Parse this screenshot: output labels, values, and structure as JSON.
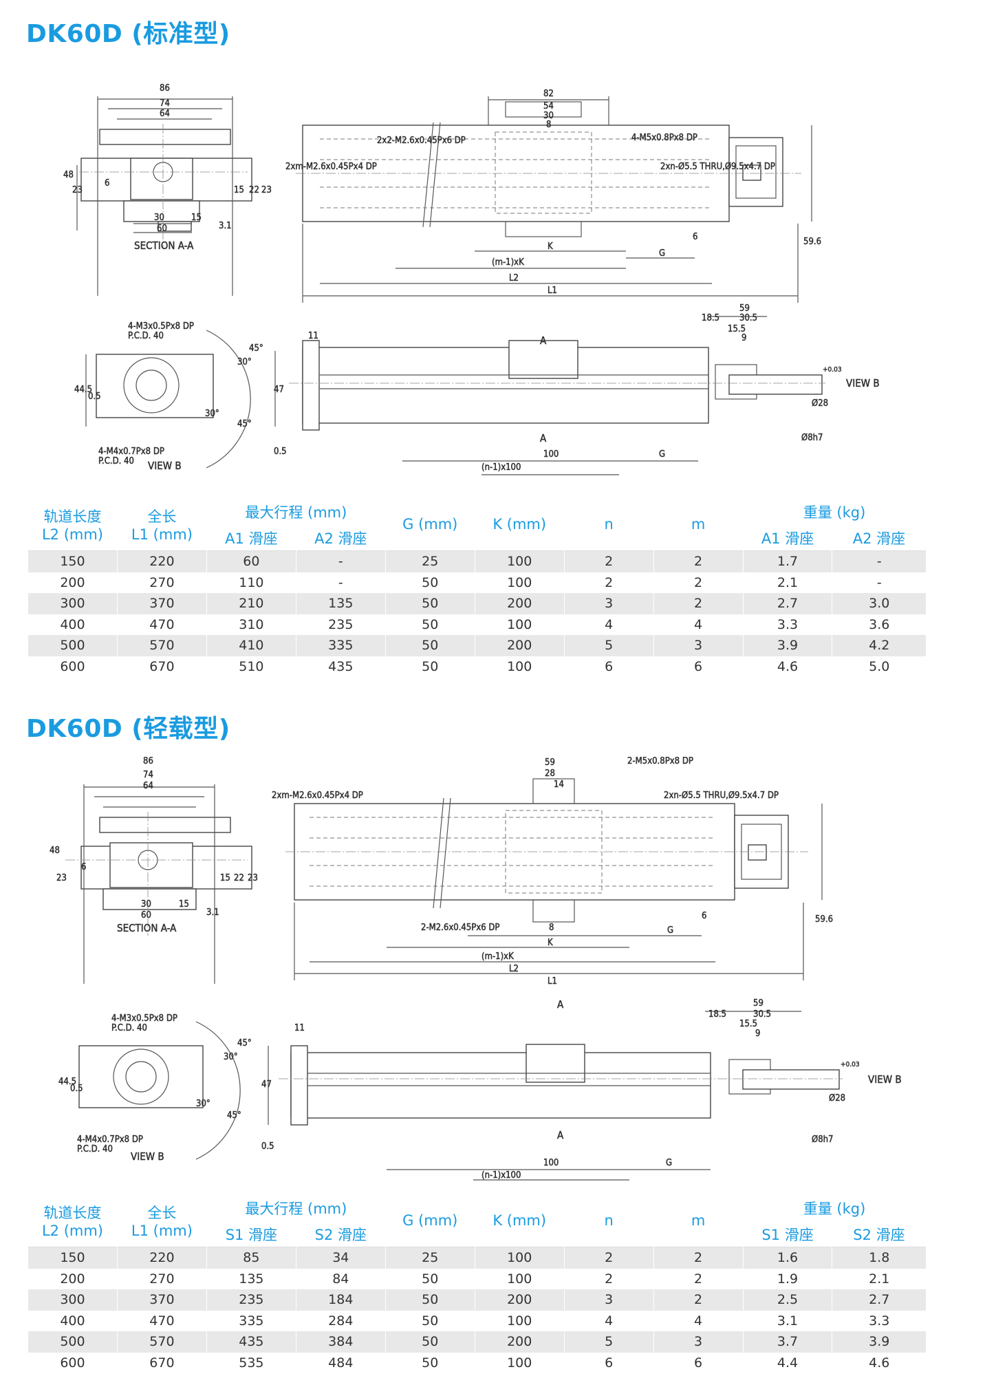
{
  "sections": [
    {
      "title": "DK60D (标准型)",
      "table": {
        "headers": {
          "rail_length": "轨道长度\nL2 (mm)",
          "rail_length_l1": "轨道长度",
          "rail_length_l2": "L2 (mm)",
          "total_length_l1": "全长",
          "total_length_l2": "L1 (mm)",
          "max_stroke": "最大行程 (mm)",
          "stroke_a": "A1 滑座",
          "stroke_b": "A2 滑座",
          "g": "G (mm)",
          "k": "K (mm)",
          "n": "n",
          "m": "m",
          "weight": "重量 (kg)",
          "weight_a": "A1 滑座",
          "weight_b": "A2 滑座"
        },
        "rows": [
          [
            "150",
            "220",
            "60",
            "-",
            "25",
            "100",
            "2",
            "2",
            "1.7",
            "-"
          ],
          [
            "200",
            "270",
            "110",
            "-",
            "50",
            "100",
            "2",
            "2",
            "2.1",
            "-"
          ],
          [
            "300",
            "370",
            "210",
            "135",
            "50",
            "200",
            "3",
            "2",
            "2.7",
            "3.0"
          ],
          [
            "400",
            "470",
            "310",
            "235",
            "50",
            "100",
            "4",
            "4",
            "3.3",
            "3.6"
          ],
          [
            "500",
            "570",
            "410",
            "335",
            "50",
            "200",
            "5",
            "3",
            "3.9",
            "4.2"
          ],
          [
            "600",
            "670",
            "510",
            "435",
            "50",
            "100",
            "6",
            "6",
            "4.6",
            "5.0"
          ]
        ]
      },
      "drawing_labels": {
        "d86": "86",
        "d74": "74",
        "d64": "64",
        "d48": "48",
        "d23": "23",
        "d6": "6",
        "d15": "15",
        "d22": "22",
        "d23b": "23",
        "d3_1": "3.1",
        "d30": "30",
        "d15b": "15",
        "d60": "60",
        "section": "SECTION A-A",
        "d82": "82",
        "d54": "54",
        "d30b": "30",
        "d8": "8",
        "hole1": "2x2-M2.6x0.45Px6 DP",
        "hole2": "4-M5x0.8Px8 DP",
        "hole3": "2xm-M2.6x0.45Px4 DP",
        "hole4": "2xn-Ø5.5 THRU,Ø9.5x4.7 DP",
        "d59_6": "59.6",
        "k": "K",
        "mk": "(m-1)xK",
        "g": "G",
        "l2": "L2",
        "l1": "L1",
        "d6b": "6",
        "m3": "4-M3x0.5Px8 DP",
        "pcd1": "P.C.D. 40",
        "m4": "4-M4x0.7Px8 DP",
        "pcd2": "P.C.D. 40",
        "viewb": "VIEW B",
        "d44_5": "44.5",
        "d0_5": "0.5",
        "d45": "45°",
        "d30deg": "30°",
        "d30deg2": "30°",
        "d45b": "45°",
        "d11": "11",
        "d47": "47",
        "d0_5b": "0.5",
        "a": "A",
        "a2": "A",
        "d100": "100",
        "n100": "(n-1)x100",
        "g2": "G",
        "d59": "59",
        "d18_5": "18.5",
        "d30_5": "30.5",
        "d15_5": "15.5",
        "d9": "9",
        "viewb2": "VIEW B",
        "phi28": "Ø28",
        "phi8": "Ø8h7",
        "tol": "+0.03"
      }
    },
    {
      "title": "DK60D (轻载型)",
      "table": {
        "headers": {
          "rail_length_l1": "轨道长度",
          "rail_length_l2": "L2 (mm)",
          "total_length_l1": "全长",
          "total_length_l2": "L1 (mm)",
          "max_stroke": "最大行程 (mm)",
          "stroke_a": "S1 滑座",
          "stroke_b": "S2 滑座",
          "g": "G (mm)",
          "k": "K (mm)",
          "n": "n",
          "m": "m",
          "weight": "重量 (kg)",
          "weight_a": "S1 滑座",
          "weight_b": "S2 滑座"
        },
        "rows": [
          [
            "150",
            "220",
            "85",
            "34",
            "25",
            "100",
            "2",
            "2",
            "1.6",
            "1.8"
          ],
          [
            "200",
            "270",
            "135",
            "84",
            "50",
            "100",
            "2",
            "2",
            "1.9",
            "2.1"
          ],
          [
            "300",
            "370",
            "235",
            "184",
            "50",
            "200",
            "3",
            "2",
            "2.5",
            "2.7"
          ],
          [
            "400",
            "470",
            "335",
            "284",
            "50",
            "100",
            "4",
            "4",
            "3.1",
            "3.3"
          ],
          [
            "500",
            "570",
            "435",
            "384",
            "50",
            "200",
            "5",
            "3",
            "3.7",
            "3.9"
          ],
          [
            "600",
            "670",
            "535",
            "484",
            "50",
            "100",
            "6",
            "6",
            "4.4",
            "4.6"
          ]
        ]
      },
      "drawing_labels": {
        "d86": "86",
        "d74": "74",
        "d64": "64",
        "d48": "48",
        "d23": "23",
        "d6": "6",
        "d15": "15",
        "d22": "22",
        "d23b": "23",
        "d3_1": "3.1",
        "d30": "30",
        "d15b": "15",
        "d60": "60",
        "section": "SECTION A-A",
        "d59t": "59",
        "d28": "28",
        "d14": "14",
        "hole2": "2-M5x0.8Px8 DP",
        "hole3": "2xm-M2.6x0.45Px4 DP",
        "hole4": "2xn-Ø5.5 THRU,Ø9.5x4.7 DP",
        "hole1": "2-M2.6x0.45Px6 DP",
        "d8": "8",
        "d59_6": "59.6",
        "k": "K",
        "mk": "(m-1)xK",
        "g": "G",
        "l2": "L2",
        "l1": "L1",
        "d6b": "6",
        "m3": "4-M3x0.5Px8 DP",
        "pcd1": "P.C.D. 40",
        "m4": "4-M4x0.7Px8 DP",
        "pcd2": "P.C.D. 40",
        "viewb": "VIEW B",
        "d44_5": "44.5",
        "d0_5": "0.5",
        "d45": "45°",
        "d30deg": "30°",
        "d30deg2": "30°",
        "d45b": "45°",
        "d11": "11",
        "d47": "47",
        "d0_5b": "0.5",
        "a": "A",
        "a2": "A",
        "d100": "100",
        "n100": "(n-1)x100",
        "g2": "G",
        "d59": "59",
        "d18_5": "18.5",
        "d30_5": "30.5",
        "d15_5": "15.5",
        "d9": "9",
        "viewb2": "VIEW B",
        "phi28": "Ø28",
        "phi8": "Ø8h7",
        "tol": "+0.03"
      }
    }
  ]
}
